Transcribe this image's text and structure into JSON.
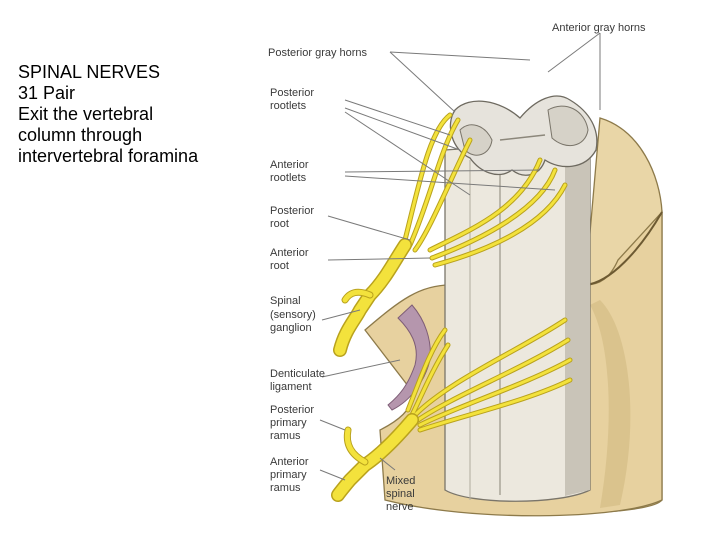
{
  "slide": {
    "title": "SPINAL NERVES",
    "lines": [
      "31 Pair",
      "Exit the vertebral",
      "column through",
      "intervertebral foramina"
    ]
  },
  "figure": {
    "labels": {
      "anterior_gray_horns": "Anterior gray horns",
      "posterior_gray_horns": "Posterior gray horns",
      "posterior_rootlets": [
        "Posterior",
        "rootlets"
      ],
      "anterior_rootlets": [
        "Anterior",
        "rootlets"
      ],
      "posterior_root": [
        "Posterior",
        "root"
      ],
      "anterior_root": [
        "Anterior",
        "root"
      ],
      "spinal_ganglion": [
        "Spinal",
        "(sensory)",
        "ganglion"
      ],
      "denticulate_ligament": [
        "Denticulate",
        "ligament"
      ],
      "posterior_primary_ramus": [
        "Posterior",
        "primary",
        "ramus"
      ],
      "anterior_primary_ramus": [
        "Anterior",
        "primary",
        "ramus"
      ],
      "mixed_spinal_nerve": [
        "Mixed",
        "spinal",
        "nerve"
      ]
    },
    "colors": {
      "dura": "#e9d6a7",
      "dura_shadow": "#d4bd86",
      "cord": "#ece8de",
      "cord_shadow": "#c9c4b8",
      "nerve": "#f3e23c",
      "nerve_outline": "#b9a21d",
      "ligament": "#b596ad",
      "leader": "#7a7a7a"
    }
  }
}
